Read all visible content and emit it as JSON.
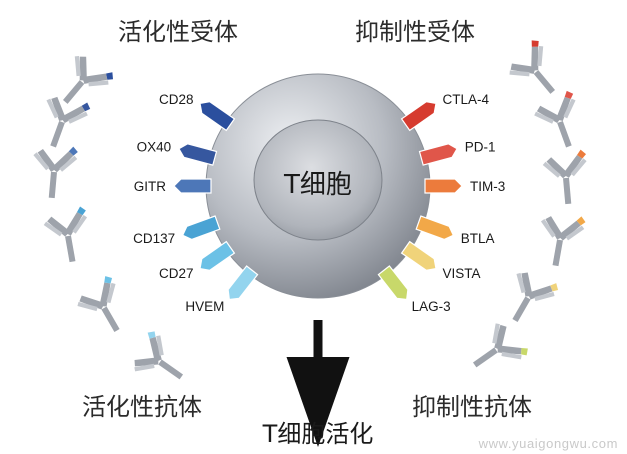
{
  "titles": {
    "activating_receptors": "活化性受体",
    "inhibitory_receptors": "抑制性受体",
    "activating_antibodies": "活化性抗体",
    "inhibitory_antibodies": "抑制性抗体"
  },
  "cell": {
    "label": "T细胞"
  },
  "outcome": {
    "label": "T细胞活化"
  },
  "activating_receptors": [
    {
      "name": "CD28",
      "color": "#2b4f9e"
    },
    {
      "name": "OX40",
      "color": "#36579f"
    },
    {
      "name": "GITR",
      "color": "#4d77b8"
    },
    {
      "name": "CD137",
      "color": "#4aa3d4"
    },
    {
      "name": "CD27",
      "color": "#6cc1e6"
    },
    {
      "name": "HVEM",
      "color": "#93d4ee"
    }
  ],
  "inhibitory_receptors": [
    {
      "name": "CTLA-4",
      "color": "#d63b2f"
    },
    {
      "name": "PD-1",
      "color": "#e0564a"
    },
    {
      "name": "TIM-3",
      "color": "#ec7b3c"
    },
    {
      "name": "BTLA",
      "color": "#f2a848"
    },
    {
      "name": "VISTA",
      "color": "#f0d37a"
    },
    {
      "name": "LAG-3",
      "color": "#c8d86a"
    }
  ],
  "watermark": "www.yuaigongwu.com"
}
